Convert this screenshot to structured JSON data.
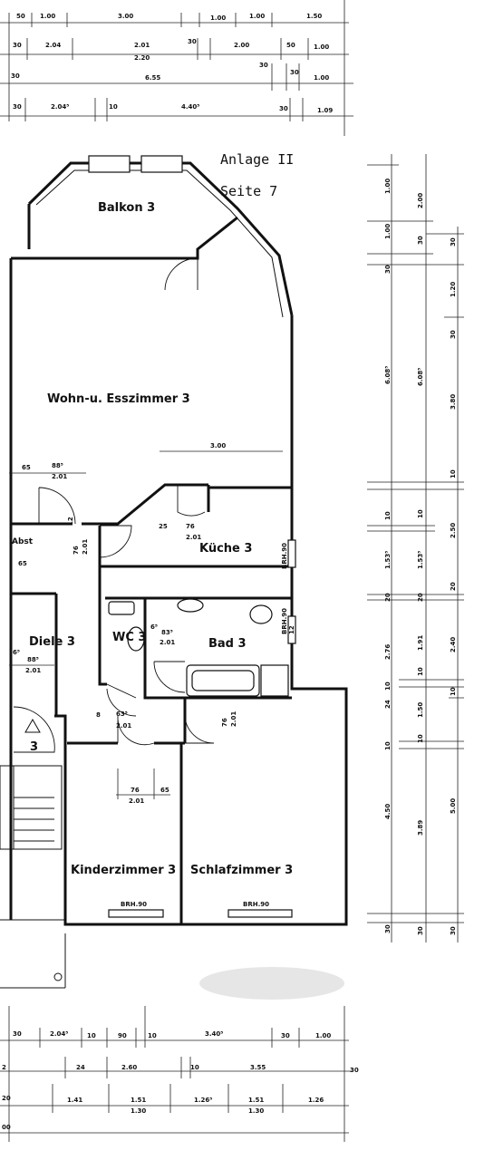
{
  "header": {
    "annex": "Anlage II",
    "page": "Seite 7"
  },
  "rooms": {
    "balkon": "Balkon 3",
    "wohn": "Wohn-u. Esszimmer 3",
    "kueche": "Küche 3",
    "diele": "Diele 3",
    "wc": "WC 3",
    "bad": "Bad 3",
    "kinder": "Kinderzimmer 3",
    "schlaf": "Schlafzimmer 3",
    "abst": "Abst",
    "unit": "3"
  },
  "parapets": {
    "kueche": "BRH.90",
    "bad": "BRH.90",
    "kinder": "BRH.90",
    "schlaf": "BRH.90"
  },
  "top_dims": {
    "row1": [
      "50",
      "1.00",
      "3.00",
      "1.00",
      "1.00",
      "1.50"
    ],
    "row2": [
      "30",
      "2.04",
      "2.01",
      "2.20",
      "30",
      "2.00",
      "50",
      "1.00"
    ],
    "row3": [
      "30",
      "6.55",
      "30",
      "30",
      "1.00"
    ],
    "row4": [
      "30",
      "2.04⁵",
      "10",
      "4.40⁵",
      "30",
      "1.09"
    ]
  },
  "bottom_dims": {
    "row1": [
      "30",
      "2.04⁵",
      "10",
      "90",
      "10",
      "3.40⁵",
      "30",
      "1.00"
    ],
    "row2": [
      "2",
      "24",
      "2.60",
      "10",
      "3.55",
      "30"
    ],
    "row3": [
      "20",
      "1.41",
      "1.51",
      "1.30",
      "1.26⁵",
      "1.51",
      "1.30",
      "1.26"
    ],
    "row4": [
      "00"
    ]
  },
  "right_dims": {
    "col1": [
      "1.00",
      "1.00",
      "30",
      "6.08⁵",
      "10",
      "1.53⁵",
      "20",
      "2.76",
      "10",
      "24",
      "10",
      "4.50",
      "30"
    ],
    "col2": [
      "2.00",
      "30",
      "6.08⁵",
      "10",
      "1.53⁵",
      "20",
      "1.91",
      "10",
      "1.50",
      "10",
      "3.89",
      "30"
    ],
    "col3": [
      "30",
      "1.20",
      "30",
      "3.80",
      "10",
      "2.50",
      "20",
      "2.40",
      "10",
      "5.00",
      "30"
    ]
  },
  "interior_dims": {
    "wohn_width": "3.00",
    "diele_a": "65",
    "diele_b": "88⁵",
    "diele_c": "2.01",
    "diele_d": "65",
    "d1": "12",
    "d2": "76",
    "d3": "2.01",
    "k1": "25",
    "k2": "76",
    "k3": "2.01",
    "wc1": "6⁵",
    "wc2": "83⁵",
    "wc3": "2.01",
    "bd1": "12",
    "dl1": "6⁵",
    "dl2": "88⁵",
    "dl3": "2.01",
    "h1": "63⁵",
    "h2": "2.01",
    "h3": "76",
    "h4": "2.01",
    "h5": "8",
    "ki1": "76",
    "ki2": "2.01",
    "ki3": "65"
  }
}
